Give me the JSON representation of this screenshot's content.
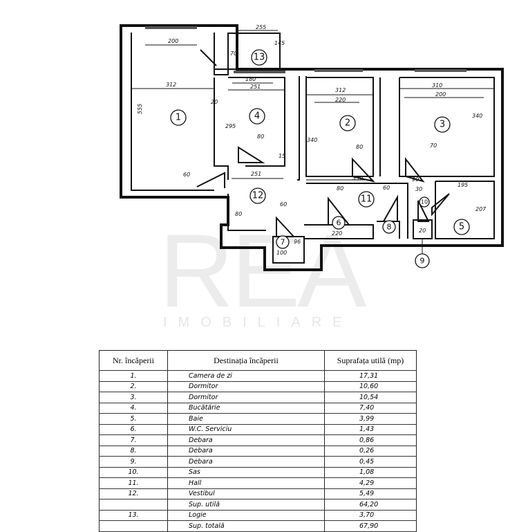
{
  "watermark": {
    "brand": "REA",
    "subtitle": "IMOBILIARE"
  },
  "plan": {
    "rooms": [
      "1",
      "2",
      "3",
      "4",
      "5",
      "6",
      "7",
      "8",
      "9",
      "10",
      "11",
      "12",
      "13"
    ],
    "dimensions": {
      "d_255": "255",
      "d_200a": "200",
      "d_145": "145",
      "d_70a": "70",
      "d_312a": "312",
      "d_555": "555",
      "d_180": "180",
      "d_251a": "251",
      "d_20a": "20",
      "d_295": "295",
      "d_80a": "80",
      "d_15a": "15",
      "d_60a": "60",
      "d_251b": "251",
      "d_312b": "312",
      "d_220a": "220",
      "d_340a": "340",
      "d_80b": "80",
      "d_310": "310",
      "d_200b": "200",
      "d_340b": "340",
      "d_70b": "70",
      "d_350": "350",
      "d_80c": "80",
      "d_60b": "60",
      "d_90": "90",
      "d_195": "195",
      "d_30": "30",
      "d_207": "207",
      "d_60c": "60",
      "d_80d": "80",
      "d_220b": "220",
      "d_100": "100",
      "d_96": "96",
      "d_20b": "20"
    }
  },
  "table": {
    "headers": [
      "Nr. încăperii",
      "Destinația încăperii",
      "Suprafața utilă (mp)"
    ],
    "rows": [
      {
        "nr": "1.",
        "dest": "Camera de zi",
        "area": "17,31"
      },
      {
        "nr": "2.",
        "dest": "Dormitor",
        "area": "10,60"
      },
      {
        "nr": "3.",
        "dest": "Dormitor",
        "area": "10,54"
      },
      {
        "nr": "4.",
        "dest": "Bucătărie",
        "area": "7,40"
      },
      {
        "nr": "5.",
        "dest": "Baie",
        "area": "3,99"
      },
      {
        "nr": "6.",
        "dest": "W.C. Serviciu",
        "area": "1,43"
      },
      {
        "nr": "7.",
        "dest": "Debara",
        "area": "0,86"
      },
      {
        "nr": "8.",
        "dest": "Debara",
        "area": "0,26"
      },
      {
        "nr": "9.",
        "dest": "Debara",
        "area": "0,45"
      },
      {
        "nr": "10.",
        "dest": "Sas",
        "area": "1,08"
      },
      {
        "nr": "11.",
        "dest": "Hall",
        "area": "4,29"
      },
      {
        "nr": "12.",
        "dest": "Vestibul",
        "area": "5,49"
      },
      {
        "nr": "",
        "dest": "Sup. utilă",
        "area": "64,20"
      },
      {
        "nr": "13.",
        "dest": "Logie",
        "area": "3,70"
      },
      {
        "nr": "",
        "dest": "Sup. totală",
        "area": "67,90"
      }
    ]
  }
}
